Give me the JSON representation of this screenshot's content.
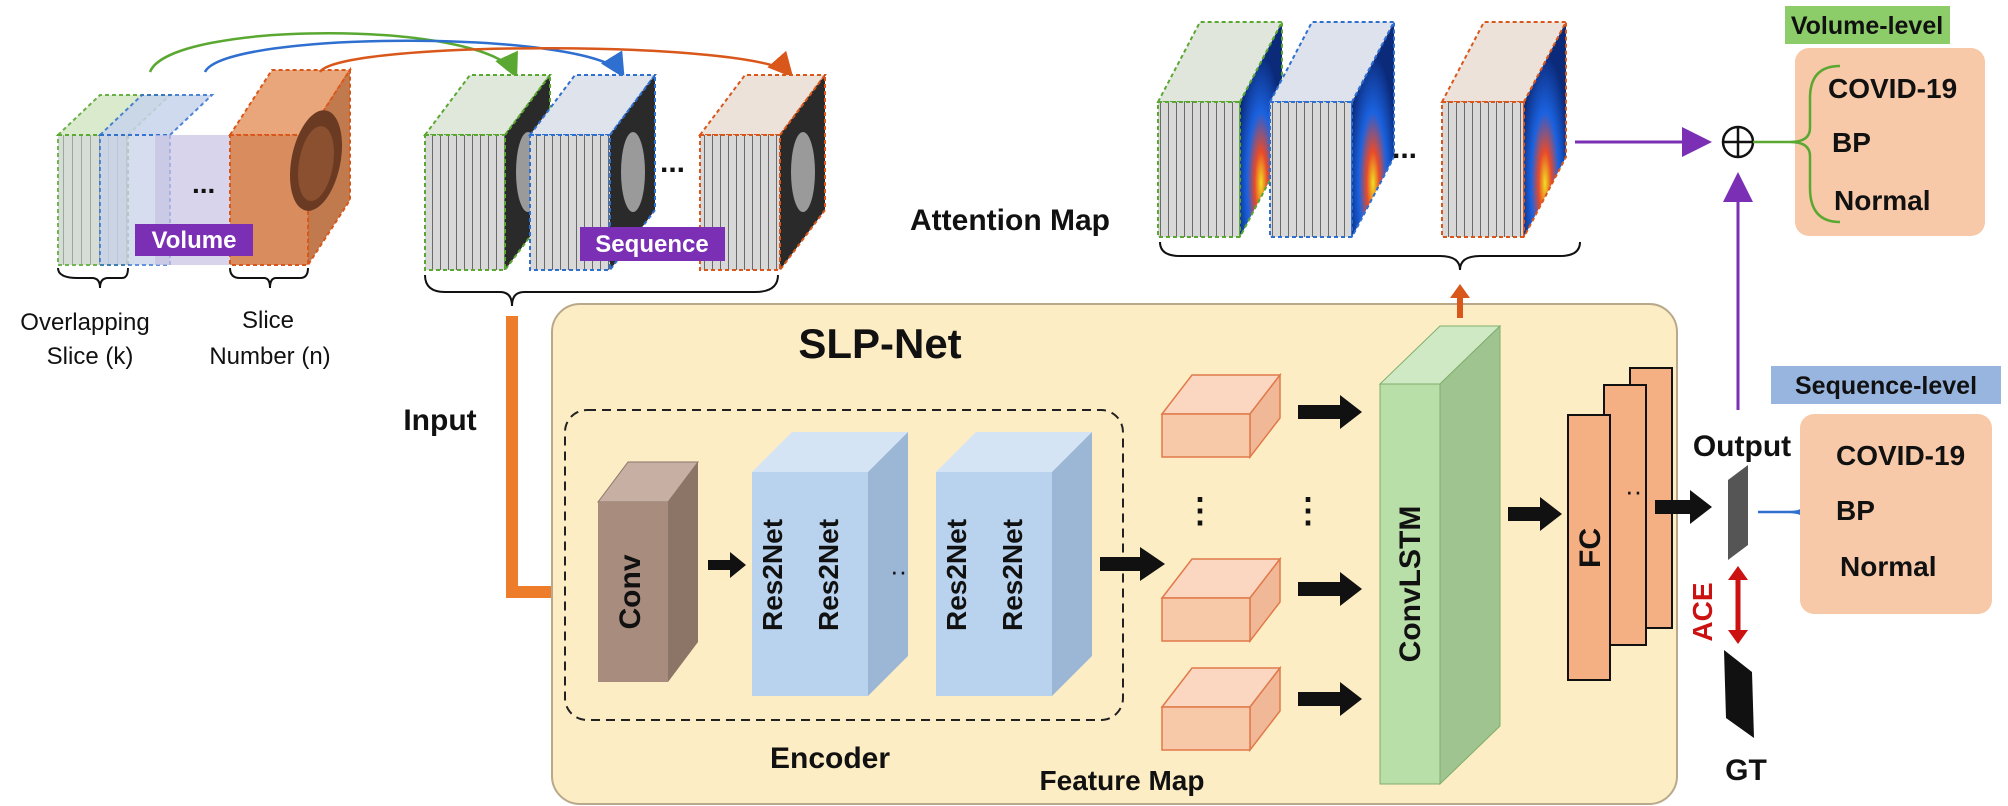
{
  "title": "SLP-Net",
  "labels": {
    "volume": "Volume",
    "sequence": "Sequence",
    "overlapping_line1": "Overlapping",
    "overlapping_line2": "Slice (k)",
    "slice_line1": "Slice",
    "slice_line2": "Number (n)",
    "input": "Input",
    "attention_map": "Attention Map",
    "encoder": "Encoder",
    "feature_map": "Feature Map",
    "output": "Output",
    "gt": "GT",
    "ace": "ACE",
    "conv": "Conv",
    "res2net": "Res2Net",
    "convlstm": "ConvLSTM",
    "fc": "FC",
    "ellipsis_h": "...",
    "ellipsis_small": "··",
    "ellipsis_v": "⋮"
  },
  "volume_level": {
    "header": "Volume-level",
    "classes": [
      "COVID-19",
      "BP",
      "Normal"
    ]
  },
  "sequence_level": {
    "header": "Sequence-level",
    "classes": [
      "COVID-19",
      "BP",
      "Normal"
    ]
  },
  "colors": {
    "panel_bg": "#fdedc4",
    "green": "#5aa832",
    "blue": "#2f6fcf",
    "orange": "#d9571a",
    "purple": "#7a2fb5",
    "volume_header": "#7fc15f",
    "sequence_header": "#8eaedc",
    "class_box": "#f7c9a8",
    "res2net": "#b9d3ee",
    "conv": "#a88c7e",
    "convlstm": "#b8dfa8",
    "fc": "#f4b082",
    "ace": "#cc1111"
  }
}
